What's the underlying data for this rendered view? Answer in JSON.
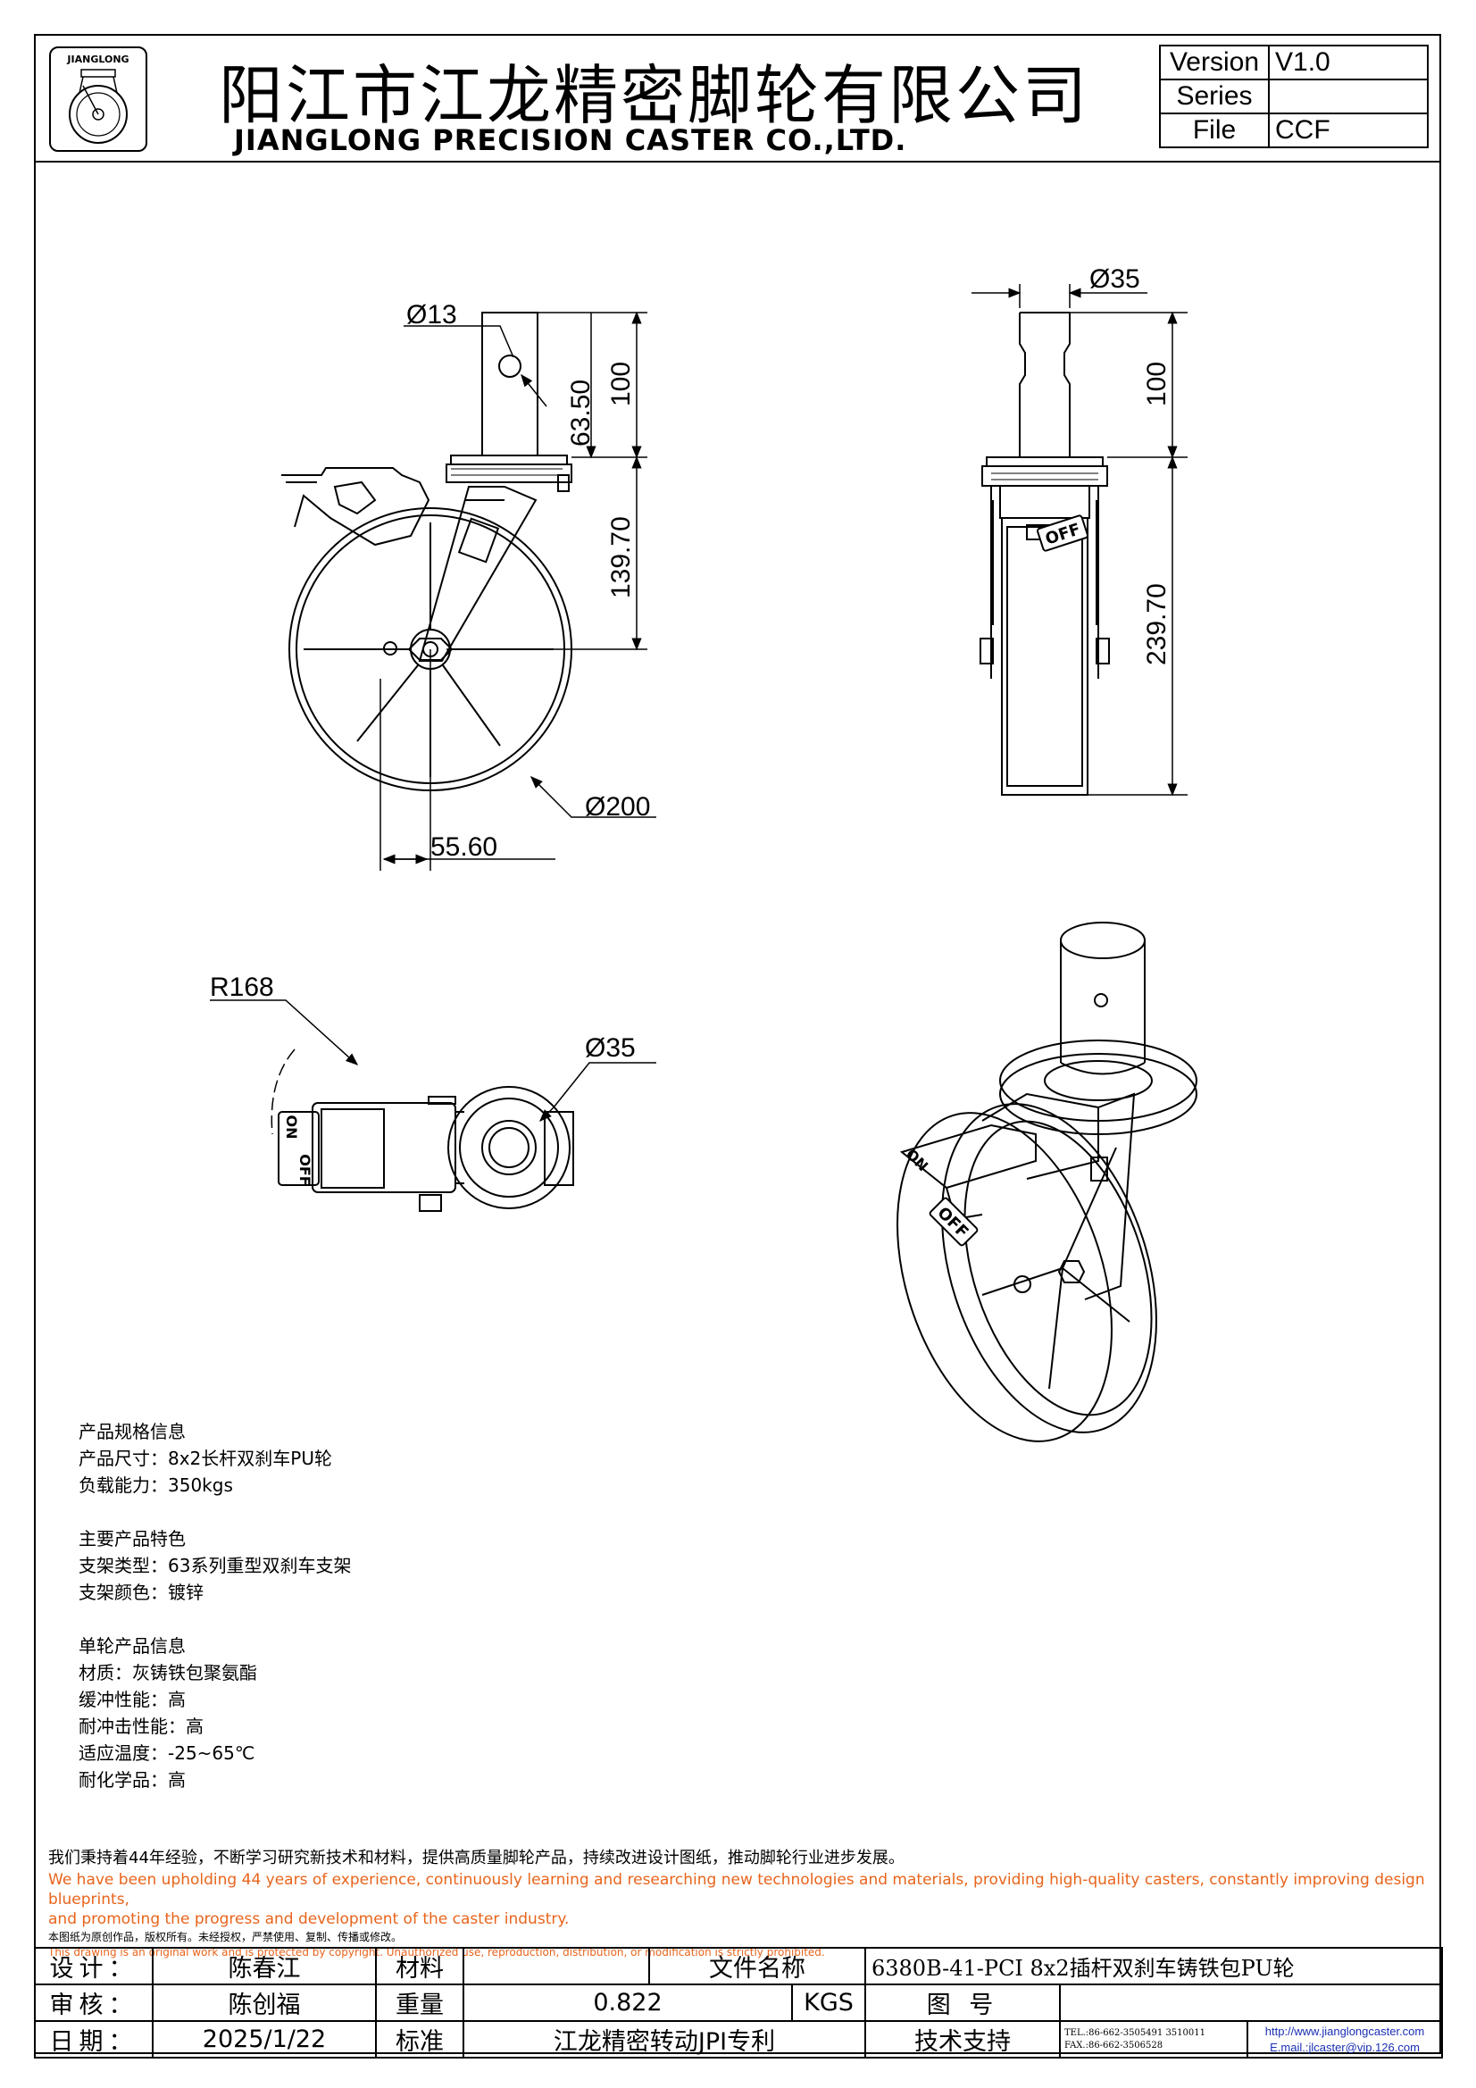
{
  "header": {
    "logo_brand": "JIANGLONG",
    "title_cn": "阳江市江龙精密脚轮有限公司",
    "title_en": "JIANGLONG PRECISION CASTER CO.,LTD.",
    "version_label": "Version",
    "version_value": "V1.0",
    "series_label": "Series",
    "series_value": "",
    "file_label": "File",
    "file_value": "CCF"
  },
  "dimensions": {
    "pin_hole": "Ø13",
    "pin_height": "63.50",
    "stem_height": "100",
    "center_height": "139.70",
    "wheel_diameter": "Ø200",
    "offset": "55.60",
    "side_stem_diameter": "Ø35",
    "side_stem_height": "100",
    "overall_height": "239.70",
    "swivel_radius": "R168",
    "top_stem_diameter": "Ø35",
    "brake_off": "OFF",
    "brake_on": "ON"
  },
  "specs": {
    "g1_title": "产品规格信息",
    "g1_l1": "产品尺寸：8x2长杆双刹车PU轮",
    "g1_l2": "负载能力：350kgs",
    "g2_title": "主要产品特色",
    "g2_l1": "支架类型：63系列重型双刹车支架",
    "g2_l2": "支架颜色：镀锌",
    "g3_title": "单轮产品信息",
    "g3_l1": "材质：灰铸铁包聚氨酯",
    "g3_l2": "缓冲性能：高",
    "g3_l3": "耐冲击性能：高",
    "g3_l4": "适应温度：-25~65℃",
    "g3_l5": "耐化学品：高"
  },
  "notes": {
    "cn": "我们秉持着44年经验，不断学习研究新技术和材料，提供高质量脚轮产品，持续改进设计图纸，推动脚轮行业进步发展。",
    "en_1": "We have been upholding 44 years of experience, continuously learning and researching new technologies and materials, providing high-quality casters, constantly improving design blueprints,",
    "en_2": "and promoting the progress and development of the caster industry.",
    "copyright_cn": "本图纸为原创作品，版权所有。未经授权，严禁使用、复制、传播或修改。",
    "copyright_en": "This drawing is an original work and is protected by copyright. Unauthorized use, reproduction, distribution, or modification is strictly prohibited."
  },
  "titleblock": {
    "design_label": "设计：",
    "design_value": "陈春江",
    "material_label": "材料",
    "material_value": "",
    "filename_label": "文件名称",
    "filename_value": "6380B-41-PCI 8x2插杆双刹车铸铁包PU轮",
    "review_label": "审核：",
    "review_value": "陈创福",
    "weight_label": "重量",
    "weight_value": "0.822",
    "weight_unit": "KGS",
    "drawing_no_label": "图 号",
    "drawing_no_value": "",
    "date_label": "日期：",
    "date_value": "2025/1/22",
    "standard_label": "标准",
    "standard_value": "江龙精密转动JPI专利",
    "support_label": "技术支持",
    "tel": "TEL.:86-662-3505491 3510011",
    "fax": "FAX.:86-662-3506528",
    "website": "http://www.jianglongcaster.com",
    "email": "E.mail.:jlcaster@vip.126.com"
  }
}
